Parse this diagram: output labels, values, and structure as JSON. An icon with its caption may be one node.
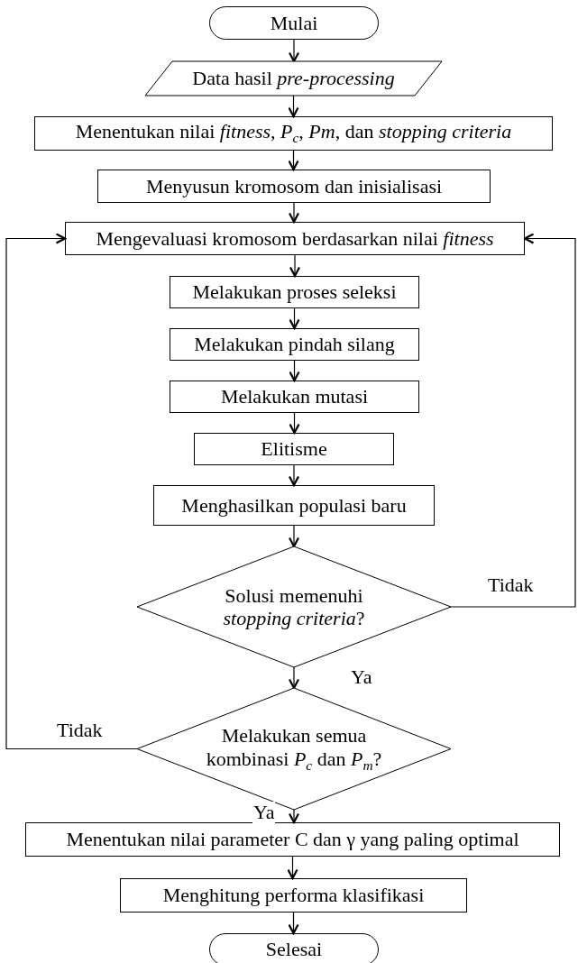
{
  "diagram": {
    "nodes": [
      {
        "text": [
          "Mulai"
        ]
      },
      {
        "text": [
          "Data hasil *pre-processing*"
        ]
      },
      {
        "text": [
          "Menentukan nilai *fitness, P*$_{c}$, *Pm*, dan *stopping criteria*"
        ]
      },
      {
        "text": [
          "Menyusun kromosom dan inisialisasi"
        ]
      },
      {
        "text": [
          "Mengevaluasi kromosom berdasarkan nilai *fitness*"
        ]
      },
      {
        "text": [
          "Melakukan proses seleksi"
        ]
      },
      {
        "text": [
          "Melakukan pindah silang"
        ]
      },
      {
        "text": [
          "Melakukan mutasi"
        ]
      },
      {
        "text": [
          "Elitisme"
        ]
      },
      {
        "text": [
          "Menghasilkan populasi baru"
        ]
      },
      {
        "text": [
          "Solusi memenuhi *stopping criteria*?"
        ]
      },
      {
        "text": [
          "Melakukan semua kombinasi *P*$_{c}$ dan *P*$_{m}$?"
        ]
      },
      {
        "text": [
          "Menentukan nilai parameter C dan γ yang paling optimal"
        ]
      },
      {
        "text": [
          "Menghitung performa klasifikasi"
        ]
      },
      {
        "text": [
          "Selesai"
        ]
      }
    ],
    "edges": [
      {
        "from": 0,
        "to": 1,
        "arrow": "to"
      },
      {
        "from": 1,
        "to": 2,
        "arrow": "to"
      },
      {
        "from": 2,
        "to": 3,
        "arrow": "to"
      },
      {
        "from": 3,
        "to": 4,
        "arrow": "to"
      },
      {
        "from": 4,
        "to": 5,
        "arrow": "to"
      },
      {
        "from": 5,
        "to": 6,
        "arrow": "to"
      },
      {
        "from": 6,
        "to": 7,
        "arrow": "to"
      },
      {
        "from": 7,
        "to": 8,
        "arrow": "to"
      },
      {
        "from": 8,
        "to": 9,
        "arrow": "to"
      },
      {
        "from": 9,
        "to": 10,
        "arrow": "to"
      },
      {
        "from": 10,
        "to": 11,
        "arrow": "to",
        "label": "Ya"
      },
      {
        "from": 10,
        "to": 4,
        "arrow": "to",
        "label": "Tidak"
      },
      {
        "from": 11,
        "to": 12,
        "arrow": "to",
        "label": "Ya"
      },
      {
        "from": 11,
        "to": 4,
        "arrow": "to",
        "label": "Tidak"
      },
      {
        "from": 12,
        "to": 13,
        "arrow": "to"
      },
      {
        "from": 13,
        "to": 14,
        "arrow": "to"
      }
    ]
  }
}
